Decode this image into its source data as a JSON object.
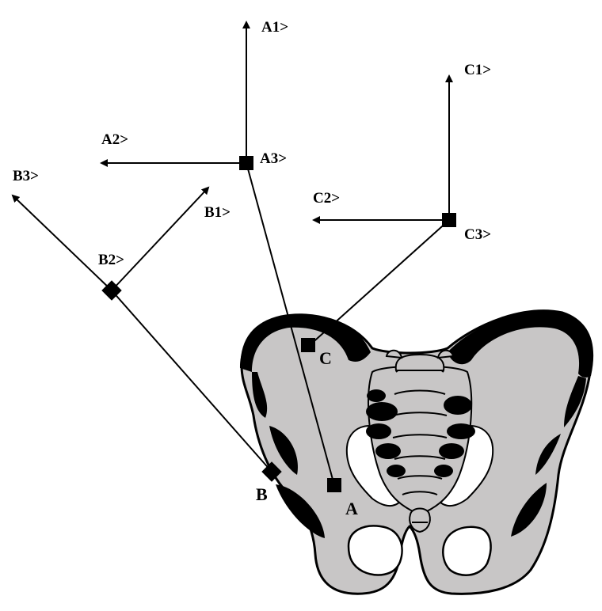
{
  "figure": {
    "frames": {
      "A": {
        "axis1": "A1>",
        "axis2": "A2>",
        "axis3": "A3>"
      },
      "B": {
        "axis1": "B1>",
        "axis2": "B2>",
        "axis3": "B3>"
      },
      "C": {
        "axis1": "C1>",
        "axis2": "C2>",
        "axis3": "C3>"
      }
    },
    "points": {
      "A": "A",
      "B": "B",
      "C": "C"
    }
  }
}
